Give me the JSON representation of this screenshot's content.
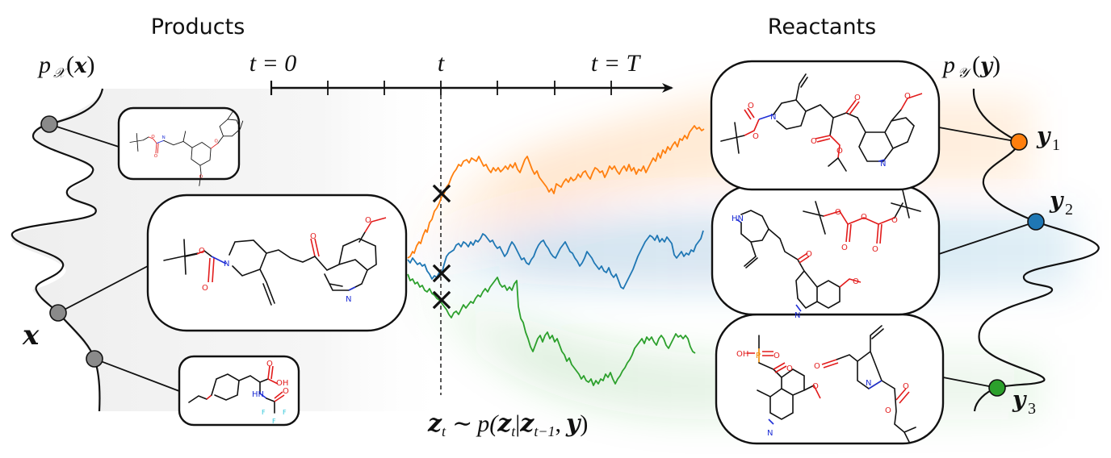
{
  "headings": {
    "products": "Products",
    "reactants": "Reactants"
  },
  "distributions": {
    "left_label_p": "p",
    "left_label_sub": "𝒳",
    "left_label_arg": "(x)",
    "right_label_p": "p",
    "right_label_sub": "𝒴",
    "right_label_arg": "(y)",
    "product_sample_label": "x",
    "reactant_labels": [
      {
        "base": "y",
        "sub": "1"
      },
      {
        "base": "y",
        "sub": "2"
      },
      {
        "base": "y",
        "sub": "3"
      }
    ]
  },
  "timeline": {
    "start_label": "t = 0",
    "mid_label": "t",
    "end_label": "t = T",
    "ticks": 7
  },
  "equation": {
    "lhs": "z",
    "lhs_sub": "t",
    "sim": "∼",
    "p": "p(",
    "arg1": "z",
    "arg1_sub": "t",
    "bar": "|",
    "arg2": "z",
    "arg2_sub": "t−1",
    "comma": ",",
    "arg3": "y",
    "close": ")"
  },
  "trajectories": [
    {
      "name": "orange",
      "color": "#ff7f0e",
      "target": "y1"
    },
    {
      "name": "blue",
      "color": "#1f77b4",
      "target": "y2"
    },
    {
      "name": "green",
      "color": "#2ca02c",
      "target": "y3"
    }
  ],
  "colors": {
    "node_gray": "#8a8a8a",
    "orange": "#ff7f0e",
    "blue": "#1f77b4",
    "green": "#2ca02c",
    "oxygen": "#e21b1b",
    "nitrogen": "#1f2fd6",
    "phosphorus": "#f08a00",
    "fluorine": "#2bc4d8"
  },
  "molecules": {
    "product_1": {
      "atoms": [
        "O",
        "O",
        "N",
        "O",
        "O"
      ]
    },
    "product_2": {
      "atoms": [
        "O",
        "O",
        "N",
        "O",
        "N",
        "O"
      ]
    },
    "product_3": {
      "atoms": [
        "O",
        "O",
        "OH",
        "HN",
        "O",
        "F",
        "F",
        "F"
      ]
    },
    "reactant_1": {
      "atoms": [
        "O",
        "O",
        "N",
        "O",
        "O",
        "O",
        "N",
        "O"
      ]
    },
    "reactant_2": {
      "atoms": [
        "HN",
        "O",
        "O",
        "O",
        "O",
        "O",
        "O",
        "O",
        "N",
        "O"
      ]
    },
    "reactant_3": {
      "atoms": [
        "OH",
        "P",
        "O",
        "O",
        "O",
        "N",
        "O",
        "O",
        "O",
        "N"
      ]
    }
  }
}
